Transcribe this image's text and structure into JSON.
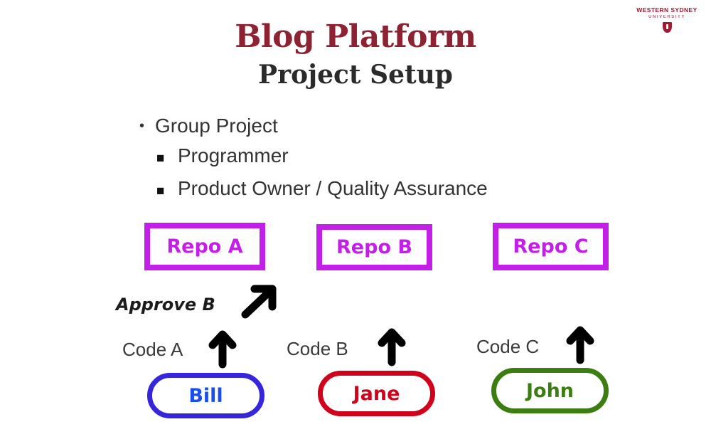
{
  "logo": {
    "line1": "WESTERN SYDNEY",
    "line2": "UNIVERSITY",
    "shield": "shield-crest",
    "color": "#9e1b32"
  },
  "slide": {
    "title": "Blog Platform",
    "subtitle": "Project Setup",
    "title_color": "#8c2232",
    "subtitle_color": "#2b2b2b",
    "background": "#ffffff"
  },
  "bullets": [
    {
      "level": 1,
      "marker": "•",
      "text": "Group Project"
    },
    {
      "level": 2,
      "marker": "■",
      "text": "Programmer"
    },
    {
      "level": 2,
      "marker": "■",
      "text": "Product Owner / Quality Assurance"
    }
  ],
  "repos": [
    {
      "label": "Repo A",
      "color": "#c41fe8"
    },
    {
      "label": "Repo B",
      "color": "#c41fe8"
    },
    {
      "label": "Repo C",
      "color": "#c41fe8"
    }
  ],
  "people": [
    {
      "label": "Bill",
      "color": "#3526db"
    },
    {
      "label": "Jane",
      "color": "#d0021b"
    },
    {
      "label": "John",
      "color": "#3c7d12"
    }
  ],
  "flow_labels": [
    {
      "text": "Code A",
      "kind": "code"
    },
    {
      "text": "Code B",
      "kind": "code"
    },
    {
      "text": "Code C",
      "kind": "code"
    },
    {
      "text": "Approve B",
      "kind": "approve"
    }
  ],
  "arrows": {
    "up_a": "arrow-up",
    "up_b": "arrow-up",
    "up_c": "arrow-up",
    "diagonal": "arrow-up-right",
    "color": "#000000"
  }
}
